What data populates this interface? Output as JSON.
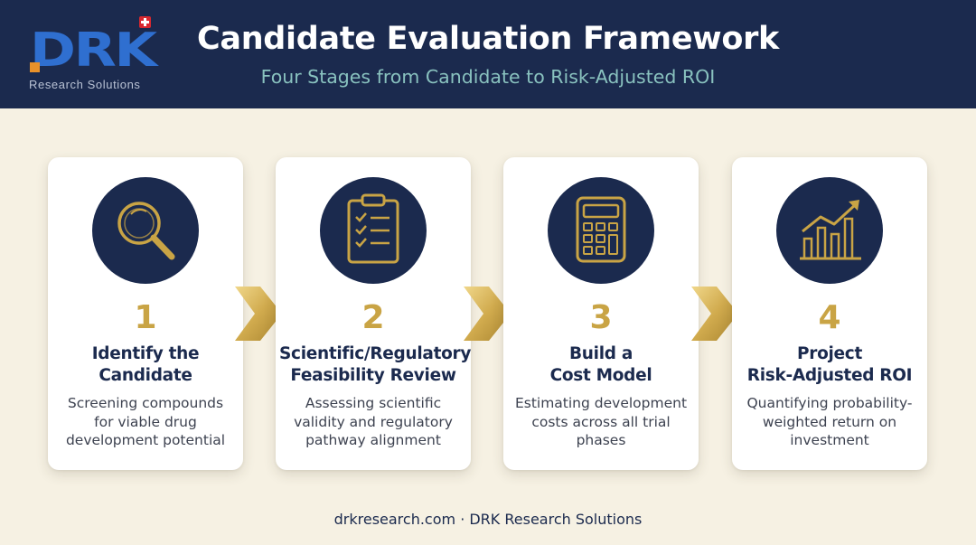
{
  "header": {
    "logo": {
      "letters": "DRK",
      "tagline": "Research Solutions"
    },
    "title": "Candidate Evaluation Framework",
    "subtitle": "Four Stages from Candidate to Risk-Adjusted ROI"
  },
  "stages": [
    {
      "number": "1",
      "title": "Identify the\nCandidate",
      "description": "Screening compounds\nfor viable drug\ndevelopment potential",
      "icon": "magnifying-glass-icon"
    },
    {
      "number": "2",
      "title": "Scientific/Regulatory\nFeasibility Review",
      "description": "Assessing scientific\nvalidity and regulatory\npathway alignment",
      "icon": "clipboard-checklist-icon"
    },
    {
      "number": "3",
      "title": "Build a\nCost Model",
      "description": "Estimating development\ncosts across all trial\nphases",
      "icon": "calculator-icon"
    },
    {
      "number": "4",
      "title": "Project\nRisk-Adjusted ROI",
      "description": "Quantifying probability-\nweighted return on\ninvestment",
      "icon": "growth-chart-icon"
    }
  ],
  "footer": "drkresearch.com · DRK Research Solutions",
  "colors": {
    "navy": "#1b2a4e",
    "gold": "#c9a445",
    "teal_subtitle": "#89c2bf",
    "logo_blue": "#2f6fd0",
    "logo_orange": "#e8912a",
    "background": "#f6f1e3"
  }
}
